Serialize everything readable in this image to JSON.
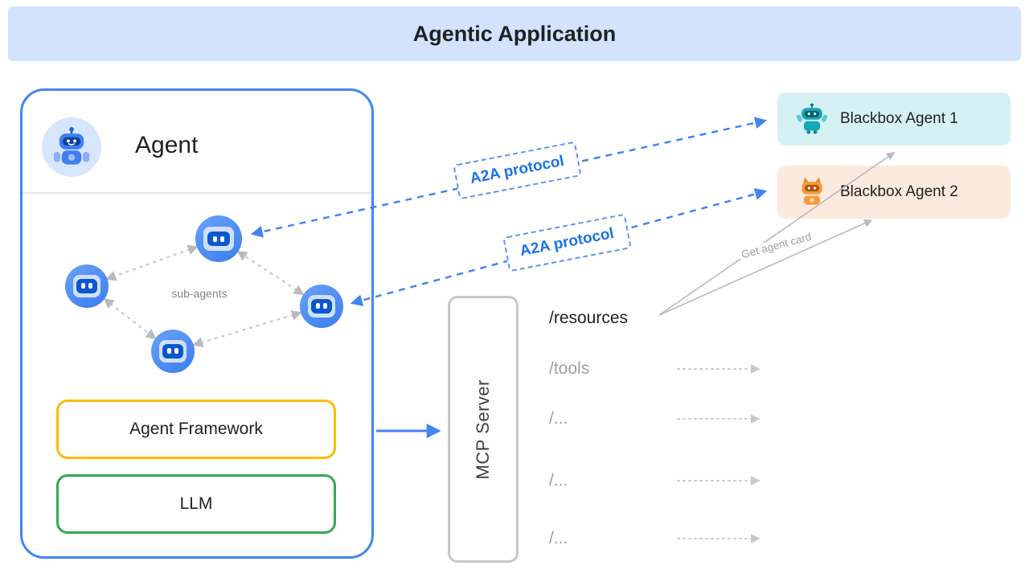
{
  "header": {
    "title": "Agentic Application"
  },
  "agent": {
    "title": "Agent",
    "sub_agents_label": "sub-agents",
    "framework_label": "Agent Framework",
    "llm_label": "LLM"
  },
  "mcp": {
    "label": "MCP Server"
  },
  "blackbox_agents": [
    {
      "label": "Blackbox Agent 1"
    },
    {
      "label": "Blackbox Agent 2"
    }
  ],
  "a2a": {
    "label_top": "A2A protocol",
    "label_bottom": "A2A protocol"
  },
  "resources": {
    "get_agent_card_label": "Get agent card",
    "items": [
      {
        "label": "/resources",
        "emphasis": "primary"
      },
      {
        "label": "/tools",
        "emphasis": "muted"
      },
      {
        "label": "/...",
        "emphasis": "muted"
      },
      {
        "label": "/...",
        "emphasis": "muted"
      },
      {
        "label": "/...",
        "emphasis": "muted"
      }
    ]
  },
  "icons": {
    "agent_avatar": "robot-icon",
    "sub_agent": "robot-node-icon",
    "blackbox1": "teal-robot-icon",
    "blackbox2": "orange-robot-icon"
  },
  "colors": {
    "header_bg": "#d3e3fd",
    "agent_border": "#4285f4",
    "framework_border": "#fbbc04",
    "llm_border": "#34a853",
    "mcp_border": "#c4c7cc",
    "blackbox1_bg": "#d5f1f4",
    "blackbox2_bg": "#fdeade",
    "a2a_text": "#1a73e8",
    "arrow_blue": "#4285f4",
    "muted_text": "#9aa0a6",
    "dark_text": "#202124"
  }
}
